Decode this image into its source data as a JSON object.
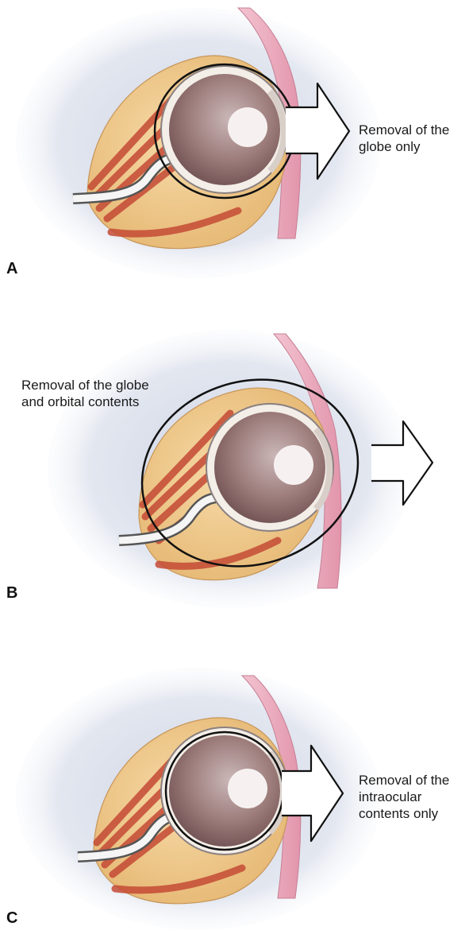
{
  "panels": [
    {
      "letter": "A",
      "caption_line1": "Removal of the",
      "caption_line2": "globe only"
    },
    {
      "letter": "B",
      "caption_line1": "Removal of the globe",
      "caption_line2": "and orbital contents"
    },
    {
      "letter": "C",
      "caption_line1": "Removal of the",
      "caption_line2": "intraocular",
      "caption_line3": "contents only"
    }
  ],
  "colors": {
    "shadow": "#dfe3ee",
    "fat": "#efc98a",
    "muscle": "#c44a35",
    "eyelid": "#e9a9bc",
    "globe_outer": "#f3eee8",
    "globe_inner": "#9a7a78",
    "lens": "#f6f1f0",
    "outline": "#111111"
  }
}
